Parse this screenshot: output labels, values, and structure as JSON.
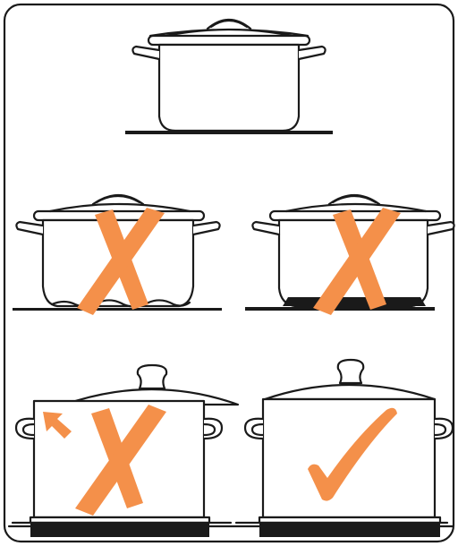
{
  "colors": {
    "line": "#1a1a1a",
    "wrong_mark": "#f4904a",
    "right_mark": "#f4904a",
    "background": "#ffffff"
  },
  "panels": [
    {
      "id": "reference",
      "description_icon": "pot-on-flat-hob-icon",
      "verdict": "neutral"
    },
    {
      "id": "warped-base",
      "description_icon": "pot-warped-base-icon",
      "verdict": "wrong",
      "mark_icon": "cross-icon"
    },
    {
      "id": "small-base",
      "description_icon": "pot-small-base-icon",
      "verdict": "wrong",
      "mark_icon": "cross-icon"
    },
    {
      "id": "oversized-lid",
      "description_icon": "pot-misfit-lid-icon",
      "verdict": "wrong",
      "mark_icon": "cross-icon"
    },
    {
      "id": "correct",
      "description_icon": "pot-correct-icon",
      "verdict": "right",
      "mark_icon": "check-icon"
    }
  ]
}
